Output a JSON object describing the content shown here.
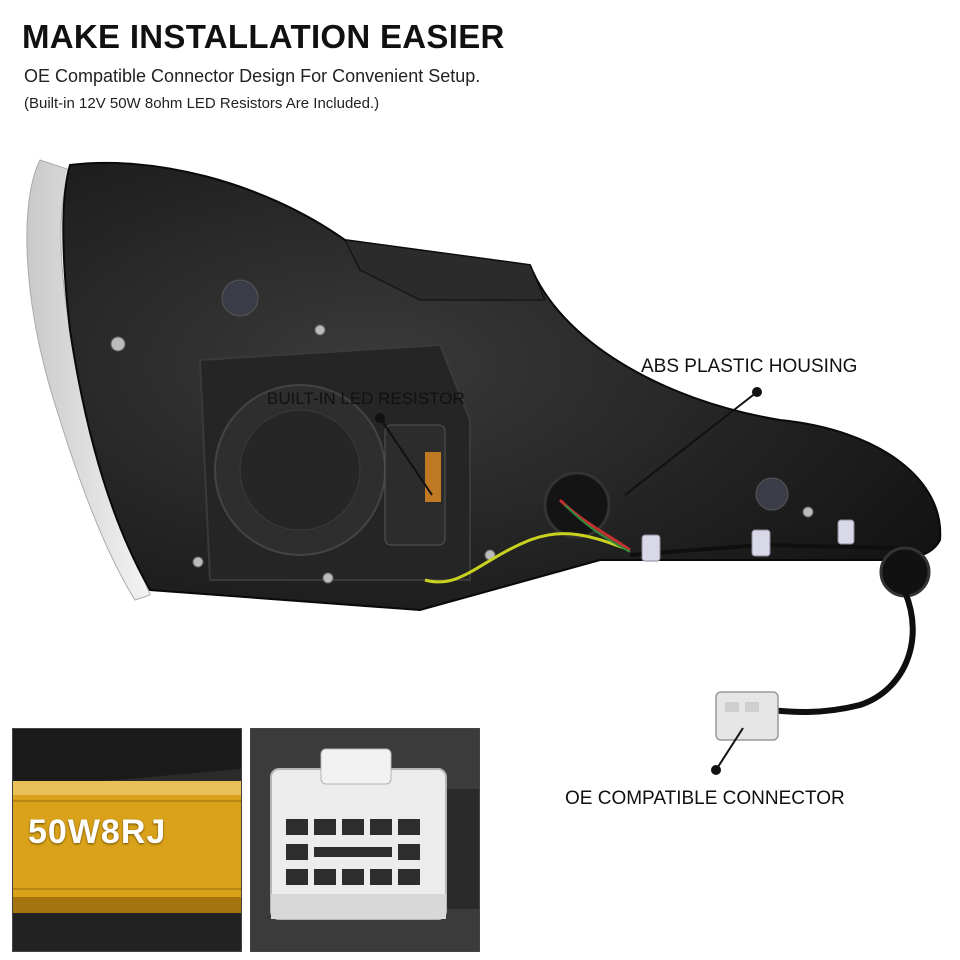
{
  "header": {
    "title": "MAKE INSTALLATION EASIER",
    "subtitle": "OE Compatible Connector Design For Convenient Setup.",
    "note": "(Built-in 12V 50W 8ohm LED Resistors Are Included.)"
  },
  "callouts": {
    "housing": "ABS PLASTIC HOUSING",
    "resistor": "BUILT-IN LED RESISTOR",
    "connector": "OE COMPATIBLE CONNECTOR"
  },
  "insets": {
    "resistor_marking": "50W8RJ"
  },
  "colors": {
    "housing": "#1c1c1c",
    "resistor_gold": "#d9a21a",
    "connector_plug": "#e6e6e6",
    "wire_yellow_green": "#c9d21f"
  }
}
